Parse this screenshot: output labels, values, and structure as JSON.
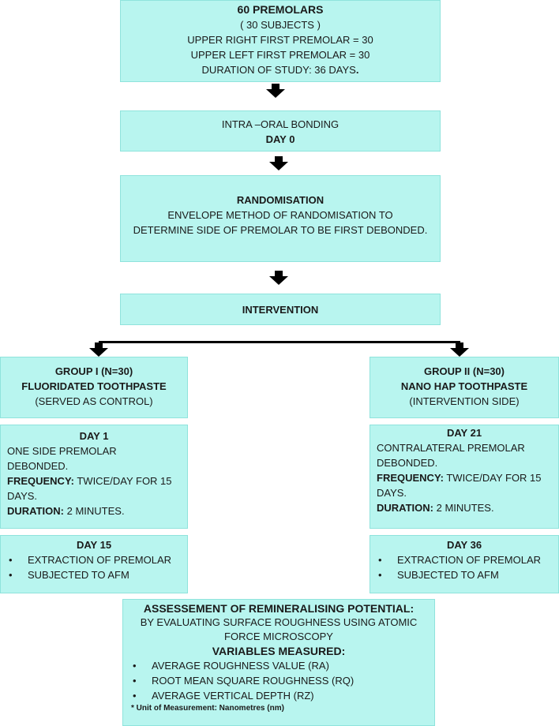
{
  "box1": {
    "title": "60 PREMOLARS",
    "lines": [
      "( 30 SUBJECTS )",
      "UPPER RIGHT FIRST PREMOLAR = 30",
      "UPPER LEFT FIRST PREMOLAR = 30"
    ],
    "duration": "DURATION OF STUDY: 36 DAYS",
    "duration_end": "."
  },
  "box2": {
    "line1": "INTRA –ORAL BONDING",
    "line2": "DAY 0"
  },
  "box3": {
    "title": "RANDOMISATION",
    "line1": "ENVELOPE METHOD OF RANDOMISATION TO",
    "line2": "DETERMINE SIDE OF PREMOLAR TO BE FIRST DEBONDED."
  },
  "box4": {
    "title": "INTERVENTION"
  },
  "group1": {
    "title": "GROUP I (N=30)",
    "subtitle": "FLUORIDATED TOOTHPASTE",
    "note": "(SERVED AS CONTROL)"
  },
  "group2": {
    "title": "GROUP II (N=30)",
    "subtitle": "NANO HAP TOOTHPASTE",
    "note": "(INTERVENTION SIDE)"
  },
  "day1": {
    "title": "DAY 1",
    "line1": "ONE SIDE PREMOLAR",
    "line2": "DEBONDED.",
    "freq_label": "FREQUENCY:",
    "freq_value": " TWICE/DAY FOR 15",
    "freq_cont": "DAYS.",
    "dur_label": "DURATION:",
    "dur_value": " 2 MINUTES."
  },
  "day21": {
    "title": "DAY 21",
    "line1": "CONTRALATERAL PREMOLAR",
    "line2": "DEBONDED.",
    "freq_label": "FREQUENCY:",
    "freq_value": " TWICE/DAY FOR 15",
    "freq_cont": "DAYS.",
    "dur_label": "DURATION:",
    "dur_value": " 2 MINUTES."
  },
  "day15": {
    "title": "DAY 15",
    "items": [
      "EXTRACTION OF PREMOLAR",
      "SUBJECTED TO AFM"
    ]
  },
  "day36": {
    "title": "DAY 36",
    "items": [
      "EXTRACTION OF PREMOLAR",
      "SUBJECTED TO AFM"
    ]
  },
  "assessment": {
    "title": "ASSESSEMENT OF REMINERALISING POTENTIAL:",
    "line1": "BY EVALUATING SURFACE ROUGHNESS USING ATOMIC",
    "line2": "FORCE MICROSCOPY",
    "variables_title": "VARIABLES MEASURED:",
    "variables": [
      "AVERAGE ROUGHNESS VALUE (RA)",
      "ROOT MEAN SQUARE ROUGHNESS (RQ)",
      "AVERAGE VERTICAL DEPTH (RZ)"
    ],
    "footnote": "* Unit of Measurement: Nanometres (nm)"
  },
  "colors": {
    "box_fill": "#b8f5ef",
    "box_border": "#8fe3dc",
    "arrow": "#000000"
  }
}
